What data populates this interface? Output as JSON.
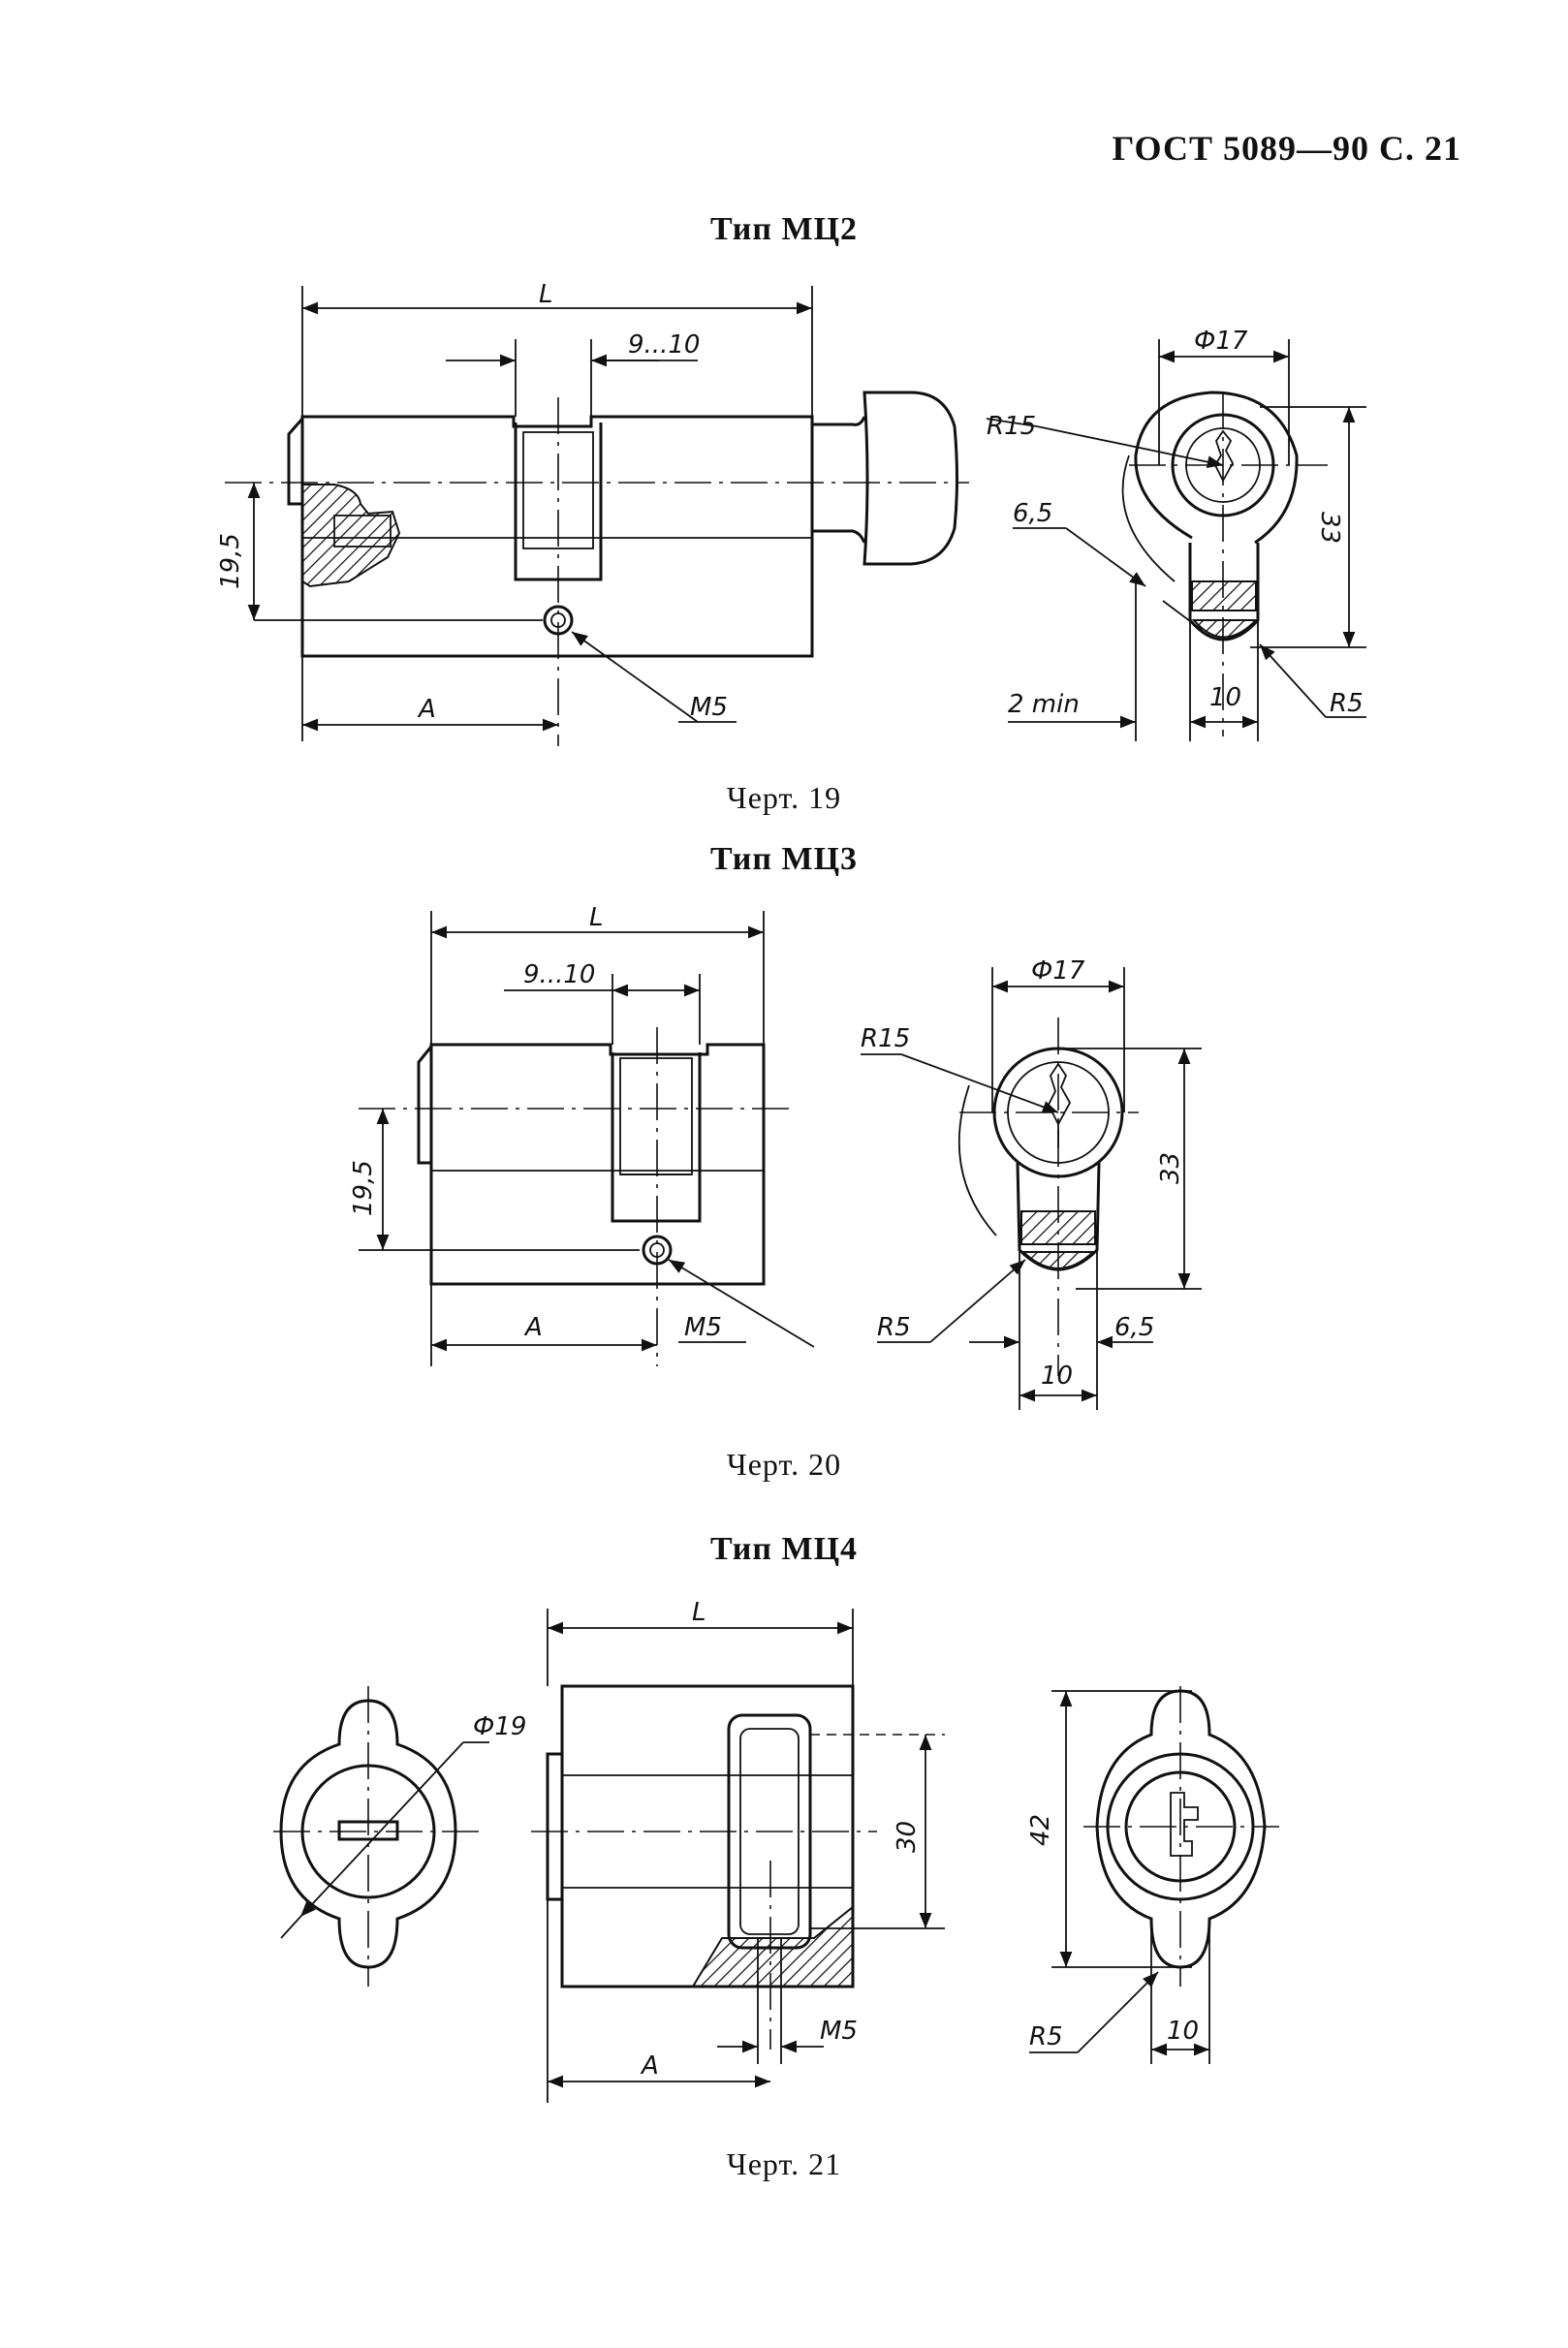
{
  "header": "ГОСТ 5089—90 С. 21",
  "figures": [
    {
      "title": "Тип МЦ2",
      "caption": "Черт. 19",
      "labels": {
        "L": "L",
        "gap": "9...10",
        "height": "19,5",
        "A": "A",
        "thread": "M5",
        "diameter": "Ф17",
        "radius_big": "R15",
        "offset": "6,5",
        "height_right": "33",
        "min": "2 min",
        "width": "10",
        "radius_small": "R5"
      }
    },
    {
      "title": "Тип МЦ3",
      "caption": "Черт. 20",
      "labels": {
        "L": "L",
        "gap": "9...10",
        "height": "19,5",
        "A": "A",
        "thread": "M5",
        "diameter": "Ф17",
        "radius_big": "R15",
        "height_right": "33",
        "radius_small": "R5",
        "offset": "6,5",
        "width": "10"
      }
    },
    {
      "title": "Тип МЦ4",
      "caption": "Черт. 21",
      "labels": {
        "diameter": "Ф19",
        "L": "L",
        "height": "30",
        "height_right": "42",
        "thread": "M5",
        "A": "A",
        "radius_small": "R5",
        "width": "10"
      }
    }
  ]
}
